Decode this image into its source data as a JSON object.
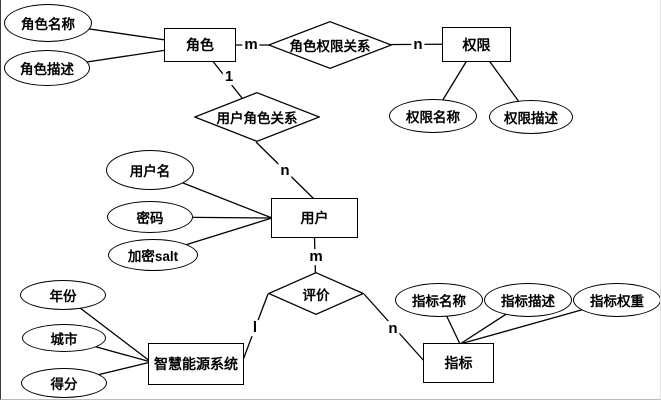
{
  "diagram": {
    "type": "entity-relationship-diagram",
    "colors": {
      "stroke": "#000000",
      "shape_fill": "#ffffff",
      "text": "#000000",
      "background": "#ffffff"
    },
    "entities": {
      "role": {
        "label": "角色"
      },
      "permission": {
        "label": "权限"
      },
      "user": {
        "label": "用户"
      },
      "smart_energy_system": {
        "label": "智慧能源系统"
      },
      "indicator": {
        "label": "指标"
      }
    },
    "relationships": {
      "role_permission": {
        "label": "角色权限关系"
      },
      "user_role": {
        "label": "用户角色关系"
      },
      "evaluation": {
        "label": "评价"
      }
    },
    "attributes": {
      "role_name": {
        "label": "角色名称"
      },
      "role_description": {
        "label": "角色描述"
      },
      "permission_name": {
        "label": "权限名称"
      },
      "permission_description": {
        "label": "权限描述"
      },
      "username": {
        "label": "用户名"
      },
      "password": {
        "label": "密码"
      },
      "encryption_salt": {
        "label": "加密salt"
      },
      "year": {
        "label": "年份"
      },
      "city": {
        "label": "城市"
      },
      "score": {
        "label": "得分"
      },
      "indicator_name": {
        "label": "指标名称"
      },
      "indicator_description": {
        "label": "指标描述"
      },
      "indicator_weight": {
        "label": "指标权重"
      }
    },
    "cardinalities": {
      "role_to_role_permission": {
        "label": "m"
      },
      "role_permission_to_permission": {
        "label": "n"
      },
      "role_to_user_role": {
        "label": "1"
      },
      "user_role_to_user": {
        "label": "n"
      },
      "user_to_evaluation": {
        "label": "m"
      },
      "evaluation_to_system": {
        "label": "l"
      },
      "evaluation_to_indicator": {
        "label": "n"
      }
    }
  }
}
